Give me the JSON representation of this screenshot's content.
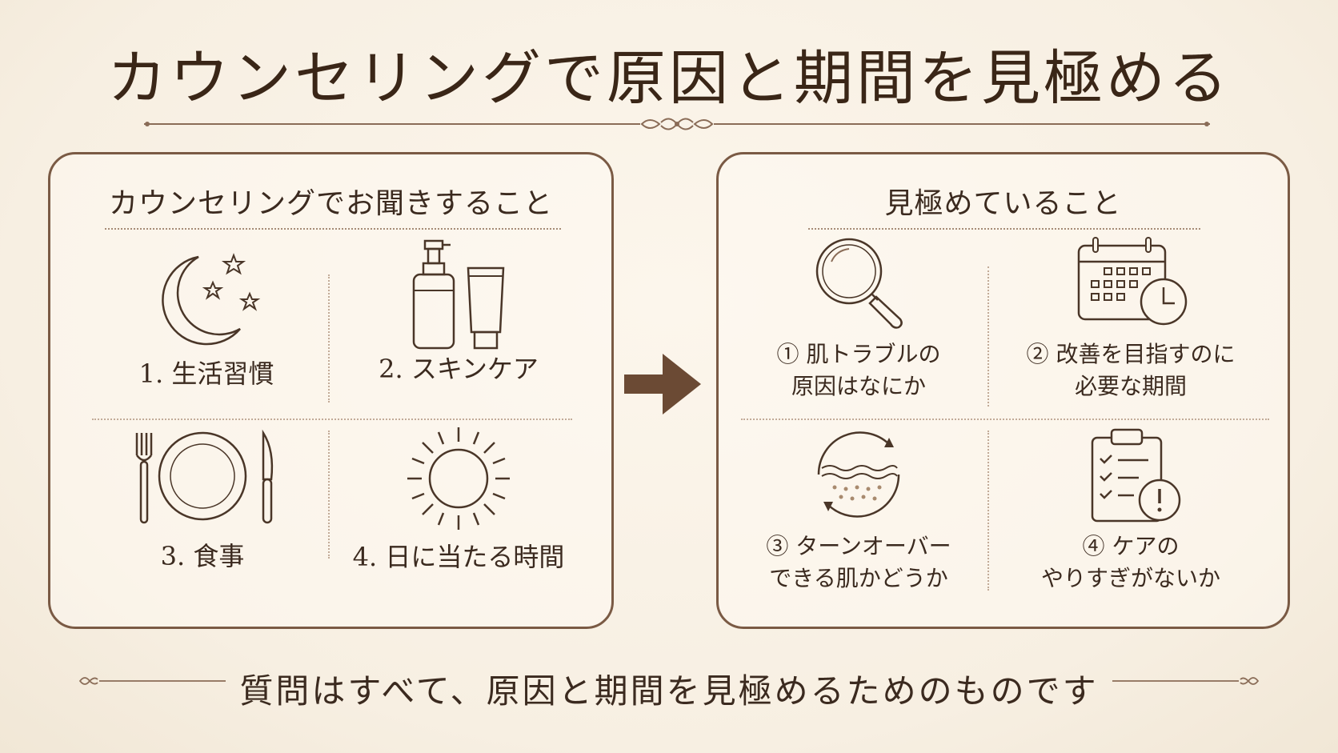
{
  "title": "カウンセリングで原因と期間を見極める",
  "left_panel": {
    "title": "カウンセリングでお聞きすること",
    "items": [
      {
        "label": "1. 生活習慣",
        "icon": "moon-stars-icon"
      },
      {
        "label": "2. スキンケア",
        "icon": "skincare-bottles-icon"
      },
      {
        "label": "3. 食事",
        "icon": "plate-fork-knife-icon"
      },
      {
        "label": "4. 日に当たる時間",
        "icon": "sun-icon"
      }
    ]
  },
  "right_panel": {
    "title": "見極めていること",
    "items": [
      {
        "line1": "① 肌トラブルの",
        "line2": "原因はなにか",
        "icon": "magnifier-icon"
      },
      {
        "line1": "② 改善を目指すのに",
        "line2": "必要な期間",
        "icon": "calendar-clock-icon"
      },
      {
        "line1": "③ ターンオーバー",
        "line2": "できる肌かどうか",
        "icon": "skin-turnover-icon"
      },
      {
        "line1": "④ ケアの",
        "line2": "やりすぎがないか",
        "icon": "checklist-warning-icon"
      }
    ]
  },
  "bottom_text": "質問はすべて、原因と期間を見極めるためのものです",
  "colors": {
    "line": "#7a5a44",
    "accent": "#6b4a34",
    "text": "#3b2a1f",
    "background": "#f7efe2"
  }
}
